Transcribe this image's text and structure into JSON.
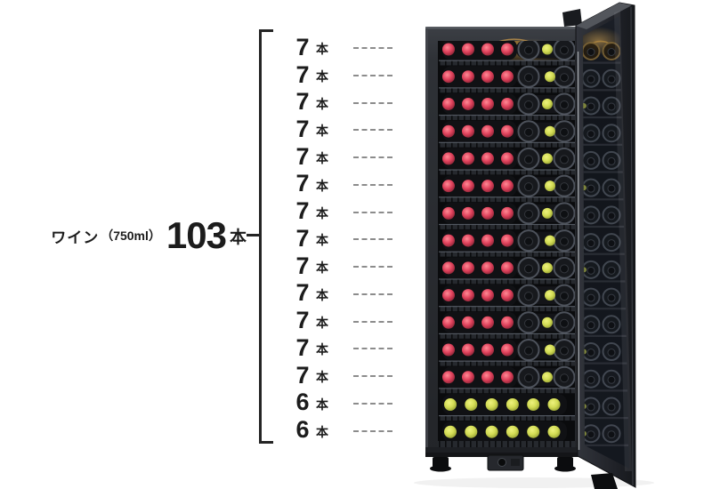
{
  "legend": {
    "total": {
      "product": "ワイン",
      "size": "（750ml）",
      "count": "103",
      "unit": "本"
    },
    "rows": [
      {
        "count": "7",
        "unit": "本"
      },
      {
        "count": "7",
        "unit": "本"
      },
      {
        "count": "7",
        "unit": "本"
      },
      {
        "count": "7",
        "unit": "本"
      },
      {
        "count": "7",
        "unit": "本"
      },
      {
        "count": "7",
        "unit": "本"
      },
      {
        "count": "7",
        "unit": "本"
      },
      {
        "count": "7",
        "unit": "本"
      },
      {
        "count": "7",
        "unit": "本"
      },
      {
        "count": "7",
        "unit": "本"
      },
      {
        "count": "7",
        "unit": "本"
      },
      {
        "count": "7",
        "unit": "本"
      },
      {
        "count": "7",
        "unit": "本"
      },
      {
        "count": "6",
        "unit": "本"
      },
      {
        "count": "6",
        "unit": "本"
      }
    ]
  },
  "cellar": {
    "shelves": [
      {
        "red": 4,
        "dark": 2,
        "yellow": 1
      },
      {
        "red": 4,
        "dark": 2,
        "yellow": 1
      },
      {
        "red": 4,
        "dark": 2,
        "yellow": 1
      },
      {
        "red": 4,
        "dark": 2,
        "yellow": 1
      },
      {
        "red": 4,
        "dark": 2,
        "yellow": 1
      },
      {
        "red": 4,
        "dark": 2,
        "yellow": 1
      },
      {
        "red": 4,
        "dark": 2,
        "yellow": 1
      },
      {
        "red": 4,
        "dark": 2,
        "yellow": 1
      },
      {
        "red": 4,
        "dark": 2,
        "yellow": 1
      },
      {
        "red": 4,
        "dark": 2,
        "yellow": 1
      },
      {
        "red": 4,
        "dark": 2,
        "yellow": 1
      },
      {
        "red": 4,
        "dark": 2,
        "yellow": 1
      },
      {
        "red": 4,
        "dark": 2,
        "yellow": 1
      },
      {
        "red": 0,
        "dark": 0,
        "yellow": 6
      },
      {
        "red": 0,
        "dark": 0,
        "yellow": 6
      }
    ],
    "colors": {
      "red_cap": "#e0425c",
      "red_cap_light": "#ff8a95",
      "red_cap_dark": "#7e1f30",
      "yellow_cap": "#d3dc55",
      "yellow_cap_light": "#eef27e",
      "yellow_cap_dark": "#8f9a2e",
      "frame": "#2b2e33",
      "interior": "#0a0b0d",
      "glass": "#141820",
      "shelf": "#26292e",
      "glow": "#c99a4b",
      "dash": "#8c8c8c",
      "text": "#1c1c1c"
    }
  }
}
